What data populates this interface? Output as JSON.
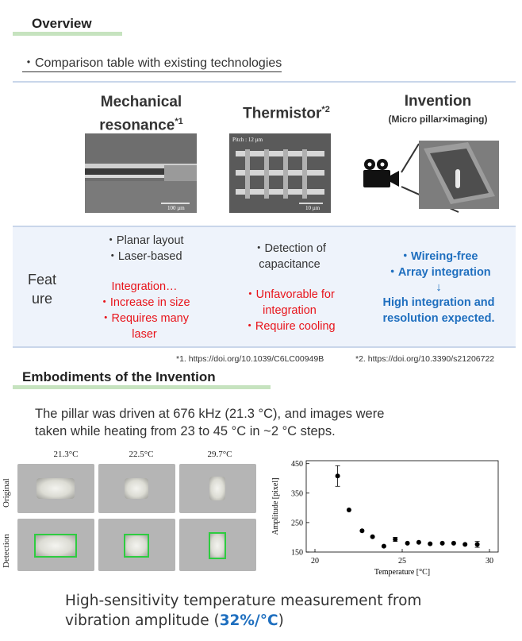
{
  "overview": {
    "title": "Overview",
    "subtitle": "・Comparison table with existing technologies"
  },
  "table": {
    "col1": {
      "line1": "Mechanical",
      "line2": "resonance",
      "sup": "*1"
    },
    "col2": {
      "title": "Thermistor",
      "sup": "*2"
    },
    "col3": {
      "title": "Invention",
      "subtitle": "(Micro pillar×imaging)"
    },
    "photo1_scale": "100 µm",
    "photo2_pitch": "Pitch : 12 µm",
    "photo2_scale": "10 µm",
    "row_label_1": "Feat",
    "row_label_2": "ure",
    "mech": {
      "black1": "・Planar layout",
      "black2": "・Laser-based",
      "red1": "Integration…",
      "red2": "・Increase in size",
      "red3": "・Requires many",
      "red4": "laser"
    },
    "therm": {
      "black1": "・Detection of",
      "black2": "capacitance",
      "red1": "・Unfavorable for",
      "red2": "integration",
      "red3": "・Require cooling"
    },
    "inv": {
      "blue1": "・Wireing-free",
      "blue2": "・Array integration",
      "arrow": "↓",
      "blue3": "High integration and",
      "blue4": "resolution expected."
    },
    "ref1": "*1. https://doi.org/10.1039/C6LC00949B",
    "ref2": "*2. https://doi.org/10.3390/s21206722"
  },
  "embodiments": {
    "title": "Embodiments of the Invention",
    "desc1": "The pillar was driven at 676 kHz (21.3 °C), and images were",
    "desc2": "taken while heating from 23 to 45 °C in ~2 °C steps.",
    "temps": [
      "21.3°C",
      "22.5°C",
      "29.7°C"
    ],
    "row_original": "Original",
    "row_detection": "Detection"
  },
  "chart_data": {
    "type": "scatter",
    "xlabel": "Temperature [°C]",
    "ylabel": "Amplitude [pixel]",
    "xlim": [
      19.5,
      30.5
    ],
    "ylim": [
      150,
      460
    ],
    "xticks": [
      20,
      25,
      30
    ],
    "yticks": [
      150,
      250,
      350,
      450
    ],
    "x": [
      21.3,
      21.95,
      22.7,
      23.3,
      23.95,
      24.6,
      25.3,
      25.95,
      26.6,
      27.3,
      27.95,
      28.6,
      29.3
    ],
    "y": [
      408,
      293,
      222,
      202,
      170,
      193,
      180,
      183,
      178,
      180,
      180,
      176,
      176
    ],
    "err": [
      35,
      0,
      0,
      0,
      0,
      7,
      0,
      0,
      0,
      0,
      0,
      0,
      10
    ],
    "grid": false,
    "color": "#000000"
  },
  "conclusion": {
    "line1": "High-sensitivity temperature measurement from",
    "line2a": "vibration amplitude (",
    "line2b": "32%/°C",
    "line2c": ")"
  }
}
